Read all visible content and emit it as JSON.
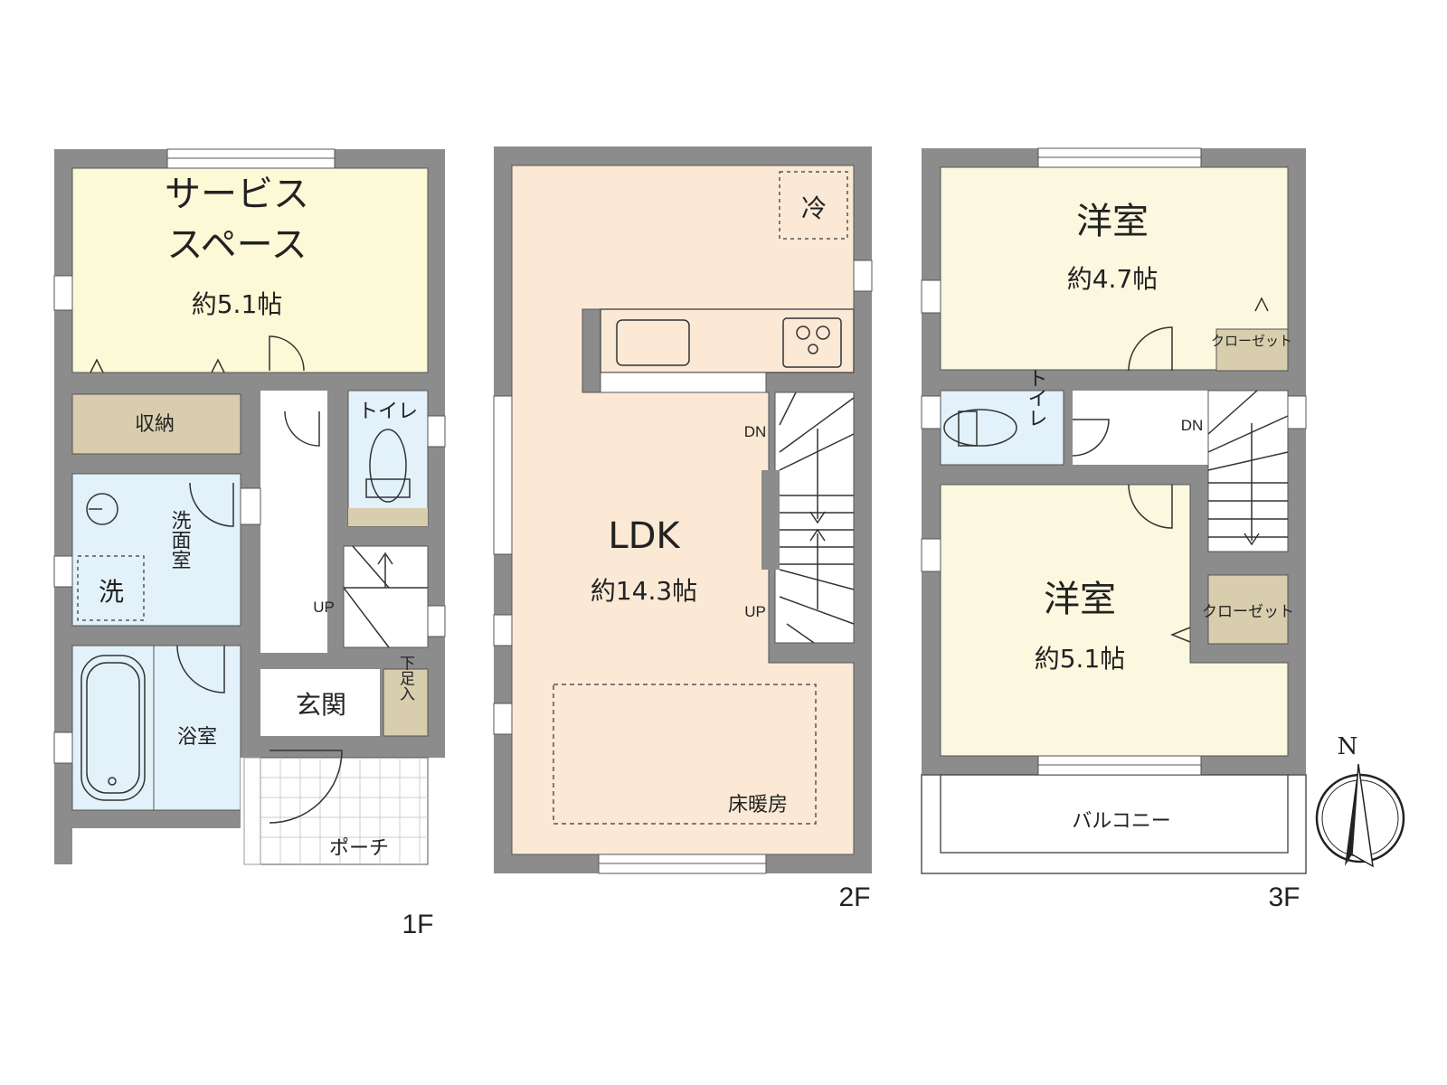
{
  "floors": {
    "f1": {
      "label": "1F",
      "service_space": {
        "name_line1": "サービス",
        "name_line2": "スペース",
        "size": "約5.1帖"
      },
      "storage": "収納",
      "toilet": "トイレ",
      "washroom": "洗面室",
      "washer": "洗",
      "bath": "浴室",
      "entrance": "玄関",
      "shoe_box": "下足入",
      "porch": "ポーチ",
      "stair_up": "UP"
    },
    "f2": {
      "label": "2F",
      "ldk": {
        "name": "LDK",
        "size": "約14.3帖"
      },
      "fridge": "冷",
      "floor_heating": "床暖房",
      "stair_dn": "DN",
      "stair_up": "UP"
    },
    "f3": {
      "label": "3F",
      "room_a": {
        "name": "洋室",
        "size": "約4.7帖"
      },
      "room_b": {
        "name": "洋室",
        "size": "約5.1帖"
      },
      "closet_a": "クローゼット",
      "closet_b": "クローゼット",
      "toilet": "トイレ",
      "balcony": "バルコニー",
      "stair_dn": "DN"
    }
  },
  "compass": {
    "north": "N"
  },
  "colors": {
    "wall": "#8c8c8c",
    "service_space": "#fcf9d6",
    "storage": "#d8ceae",
    "wet_area": "#e3f1fb",
    "ldk": "#fbe9d6",
    "bedroom": "#fcf8df",
    "closet": "#d8ceae"
  }
}
